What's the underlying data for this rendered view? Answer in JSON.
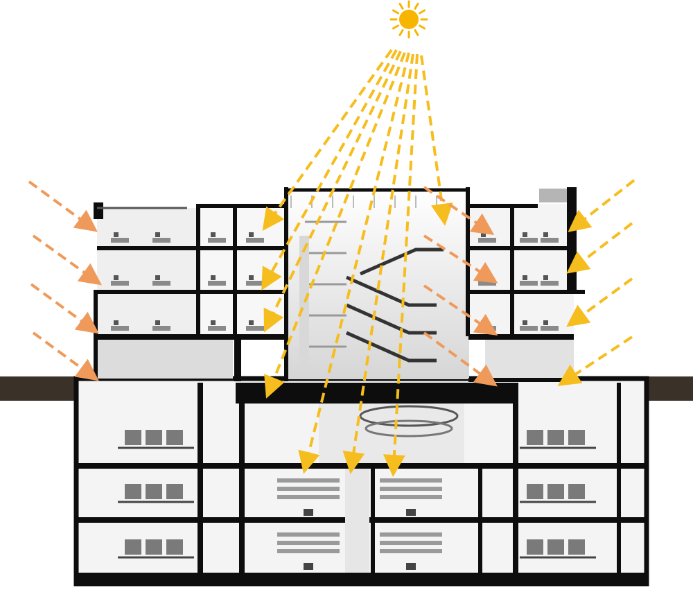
{
  "diagram": {
    "subject": "building-section-daylighting",
    "colors": {
      "sun": "#f7b500",
      "sun_rays": "#f6bd1e",
      "side_light": "#ef9a5a",
      "ground": "#3a3128",
      "structure": "#0d0d0d",
      "interior": "#f2f2f2",
      "glass": "#d9d9d9"
    },
    "icons": [
      "sun-icon",
      "light-arrow-icon"
    ],
    "sun_ray_count": 8,
    "left_side_arrow_count": 4,
    "right_side_arrow_count": 4,
    "inner_orange_arrow_count": 4,
    "above_ground_floors": 4,
    "below_ground_floors": 3,
    "central_atrium": true
  }
}
